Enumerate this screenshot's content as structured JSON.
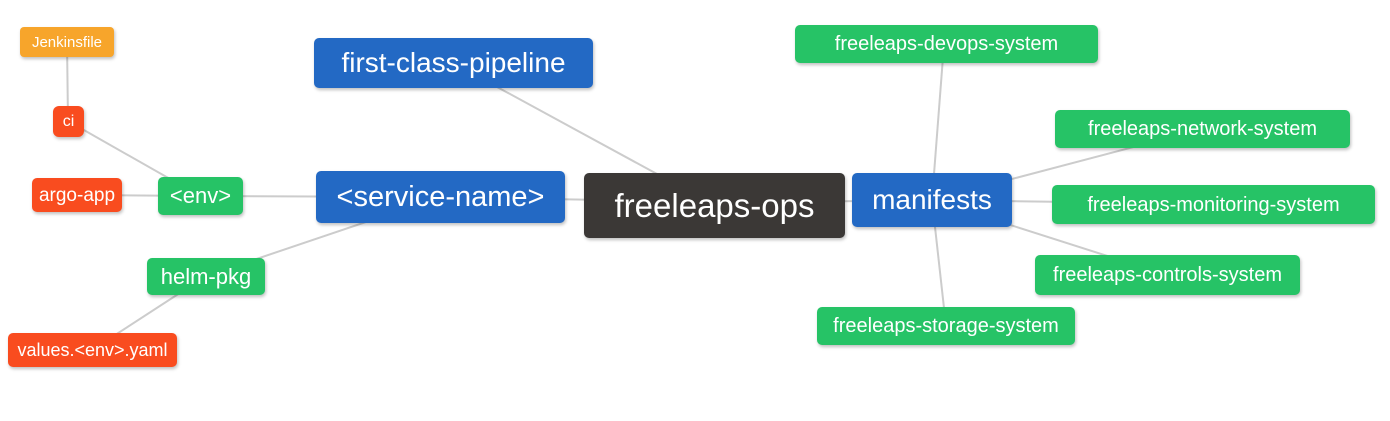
{
  "diagram": {
    "type": "mindmap",
    "root_label": "freeleaps-ops",
    "palette": {
      "orange": "#f7a52b",
      "red": "#f94c1f",
      "green": "#26c366",
      "blue": "#2369c4",
      "dark": "#3b3836",
      "edge": "#cccccc",
      "text": "#ffffff",
      "background": "#ffffff"
    },
    "nodes": {
      "jenkinsfile": {
        "label": "Jenkinsfile",
        "color": "orange"
      },
      "ci": {
        "label": "ci",
        "color": "red"
      },
      "argo_app": {
        "label": "argo-app",
        "color": "red"
      },
      "env": {
        "label": "<env>",
        "color": "green"
      },
      "helm_pkg": {
        "label": "helm-pkg",
        "color": "green"
      },
      "values_env_yaml": {
        "label": "values.<env>.yaml",
        "color": "red"
      },
      "service_name": {
        "label": "<service-name>",
        "color": "blue"
      },
      "first_class_pipeline": {
        "label": "first-class-pipeline",
        "color": "blue"
      },
      "freeleaps_ops": {
        "label": "freeleaps-ops",
        "color": "dark"
      },
      "manifests": {
        "label": "manifests",
        "color": "blue"
      },
      "devops_system": {
        "label": "freeleaps-devops-system",
        "color": "green"
      },
      "network_system": {
        "label": "freeleaps-network-system",
        "color": "green"
      },
      "monitoring_system": {
        "label": "freeleaps-monitoring-system",
        "color": "green"
      },
      "controls_system": {
        "label": "freeleaps-controls-system",
        "color": "green"
      },
      "storage_system": {
        "label": "freeleaps-storage-system",
        "color": "green"
      }
    },
    "edges": [
      {
        "from": "jenkinsfile",
        "to": "ci"
      },
      {
        "from": "ci",
        "to": "env"
      },
      {
        "from": "argo_app",
        "to": "env"
      },
      {
        "from": "env",
        "to": "service_name"
      },
      {
        "from": "helm_pkg",
        "to": "service_name"
      },
      {
        "from": "values_env_yaml",
        "to": "helm_pkg"
      },
      {
        "from": "service_name",
        "to": "freeleaps_ops"
      },
      {
        "from": "first_class_pipeline",
        "to": "freeleaps_ops"
      },
      {
        "from": "freeleaps_ops",
        "to": "manifests"
      },
      {
        "from": "manifests",
        "to": "devops_system"
      },
      {
        "from": "manifests",
        "to": "network_system"
      },
      {
        "from": "manifests",
        "to": "monitoring_system"
      },
      {
        "from": "manifests",
        "to": "controls_system"
      },
      {
        "from": "manifests",
        "to": "storage_system"
      }
    ]
  }
}
